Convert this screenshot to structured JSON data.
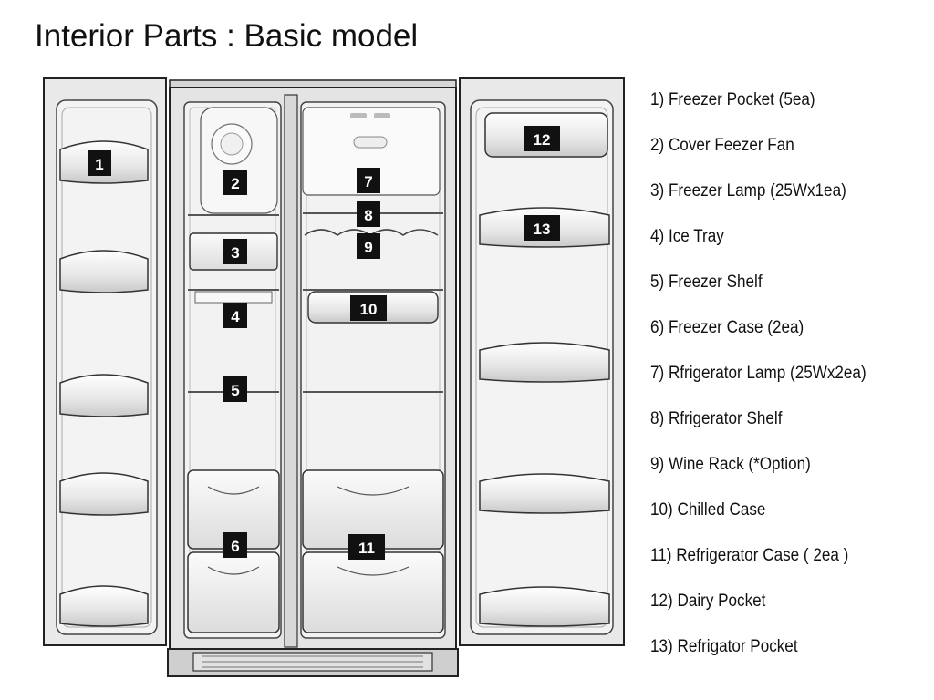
{
  "title": "Interior Parts : Basic model",
  "callouts": [
    "1",
    "2",
    "3",
    "4",
    "5",
    "6",
    "7",
    "8",
    "9",
    "10",
    "11",
    "12",
    "13"
  ],
  "legend": [
    "1) Freezer Pocket (5ea)",
    "2) Cover Feezer Fan",
    "3) Freezer Lamp (25Wx1ea)",
    "4) Ice Tray",
    "5) Freezer Shelf",
    "6) Freezer Case (2ea)",
    "7) Rfrigerator Lamp (25Wx2ea)",
    "8) Rfrigerator Shelf",
    "9) Wine Rack (*Option)",
    "10) Chilled Case",
    "11) Refrigerator Case ( 2ea )",
    "12) Dairy Pocket",
    "13) Refrigator Pocket"
  ],
  "colors": {
    "cabinet": "#e4e4e4",
    "liner": "#f4f4f4",
    "outline": "#222222",
    "callout_bg": "#111111",
    "callout_text": "#ffffff"
  }
}
